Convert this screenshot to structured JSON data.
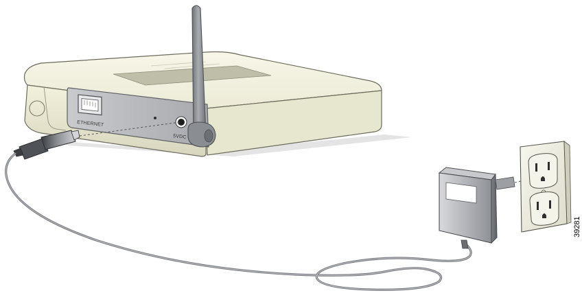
{
  "labels": {
    "ethernet_port": "ETHERNET",
    "power_jack": "5VDC",
    "figure_number": "39281"
  },
  "colors": {
    "router_body": "#f1f0de",
    "router_shade": "#d9d7c0",
    "port_panel": "#b9babd",
    "antenna": "#8a8d92",
    "cable": "#8c8c8c",
    "adapter": "#9fa2a7",
    "wall_plate": "#f3f2e6"
  }
}
